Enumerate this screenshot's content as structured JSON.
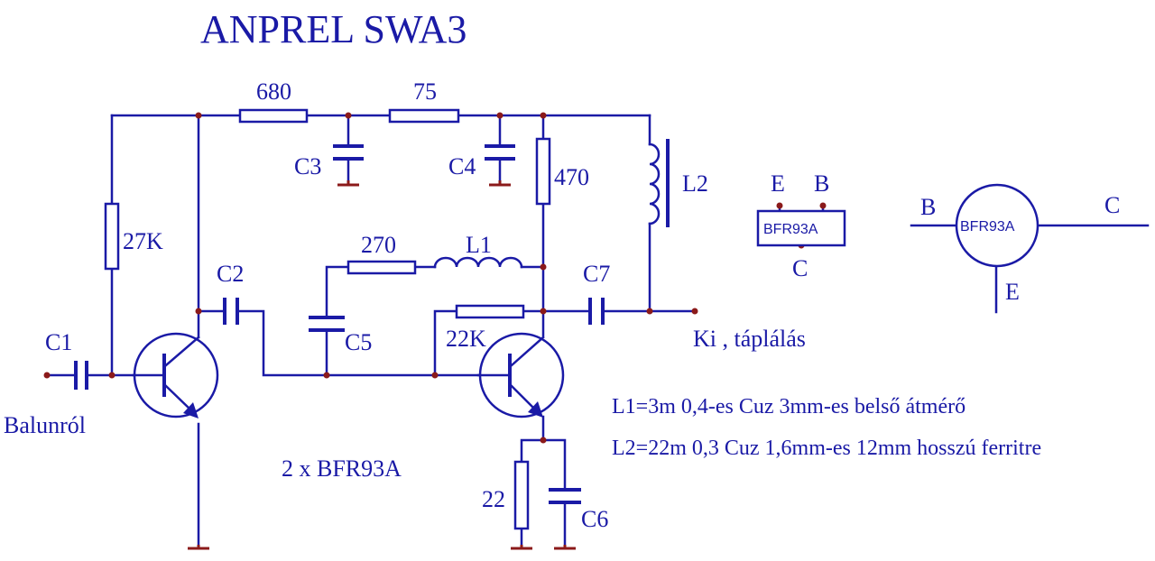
{
  "title": "ANPREL  SWA3",
  "components": {
    "r680": "680",
    "r75": "75",
    "r470": "470",
    "r27k": "27K",
    "r270": "270",
    "r22k": "22K",
    "r22": "22",
    "c1": "C1",
    "c2": "C2",
    "c3": "C3",
    "c4": "C4",
    "c5": "C5",
    "c6": "C6",
    "c7": "C7",
    "l1": "L1",
    "l2": "L2"
  },
  "input_label": "Balunról",
  "output_label": "Ki , táplálás",
  "transistor_note": "2 x BFR93A",
  "notes": {
    "l1": "L1=3m 0,4-es Cuz 3mm-es belső átmérő",
    "l2": "L2=22m 0,3 Cuz 1,6mm-es 12mm hosszú ferritre"
  },
  "pinout_box": {
    "part": "BFR93A",
    "pin_e": "E",
    "pin_b": "B",
    "pin_c": "C"
  },
  "pinout_circle": {
    "part": "BFR93A",
    "pin_b": "B",
    "pin_c": "C",
    "pin_e": "E"
  }
}
